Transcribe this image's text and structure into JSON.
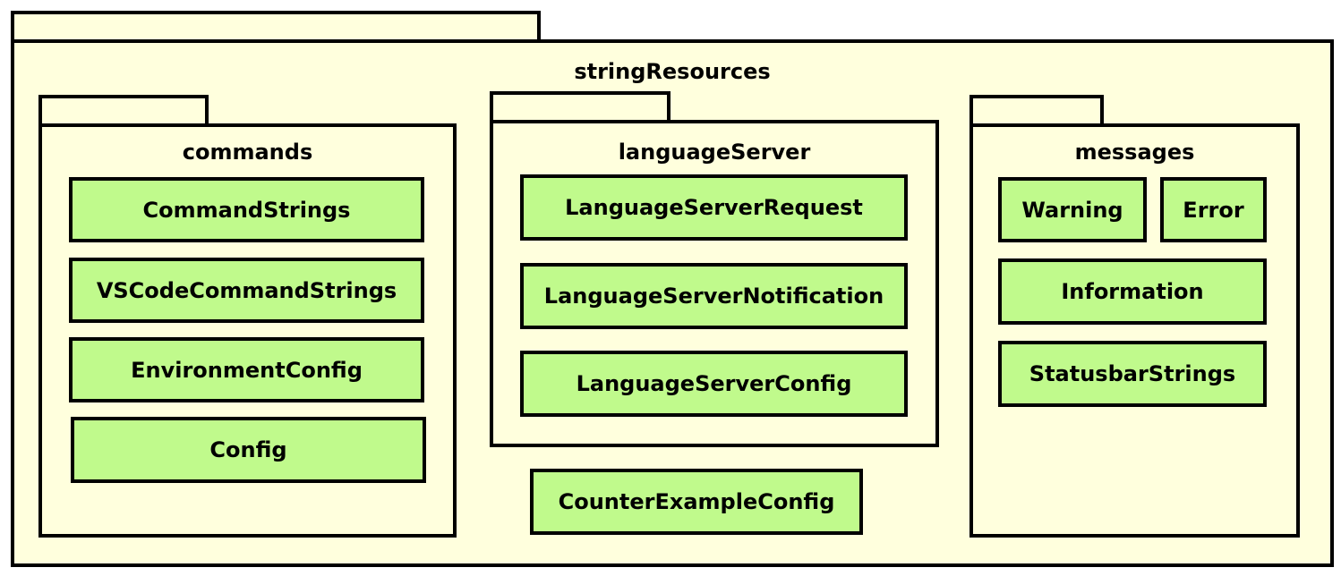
{
  "colors": {
    "package_fill": "#ffffdd",
    "class_fill": "#c0fa8c",
    "border": "#000000"
  },
  "root_package": {
    "name": "stringResources",
    "loose_classes": [
      "CounterExampleConfig"
    ],
    "packages": [
      {
        "name": "commands",
        "classes": [
          "CommandStrings",
          "VSCodeCommandStrings",
          "EnvironmentConfig",
          "Config"
        ]
      },
      {
        "name": "languageServer",
        "classes": [
          "LanguageServerRequest",
          "LanguageServerNotification",
          "LanguageServerConfig"
        ]
      },
      {
        "name": "messages",
        "classes": [
          "Warning",
          "Error",
          "Information",
          "StatusbarStrings"
        ]
      }
    ]
  }
}
